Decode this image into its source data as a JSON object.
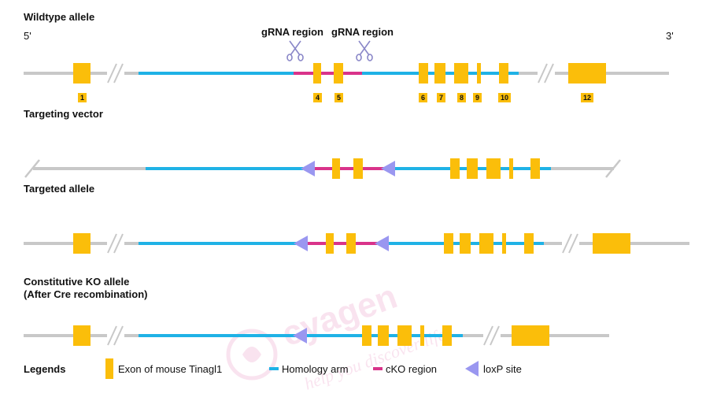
{
  "colors": {
    "exon": "#FBBE0A",
    "homology": "#1FB2E6",
    "cko": "#D9338A",
    "loxp": "#9A97F0",
    "backbone": "#C8C8C8",
    "text": "#111111"
  },
  "sections": {
    "wildtype": "Wildtype allele",
    "targeting": "Targeting vector",
    "targeted": "Targeted allele",
    "ko_line1": "Constitutive KO allele",
    "ko_line2": "(After Cre recombination)"
  },
  "ends": {
    "five": "5'",
    "three": "3'"
  },
  "grna": {
    "label1": "gRNA region",
    "label2": "gRNA region",
    "icon": "scissors-icon"
  },
  "exon_numbers": [
    "1",
    "4",
    "5",
    "6",
    "7",
    "8",
    "9",
    "10",
    "12"
  ],
  "legend": {
    "title": "Legends",
    "exon": "Exon of mouse Tinagl1",
    "homology": "Homology arm",
    "cko": "cKO region",
    "loxp": "loxP site"
  },
  "watermark": {
    "brand": "cyagen",
    "tagline": "help you discover life"
  }
}
